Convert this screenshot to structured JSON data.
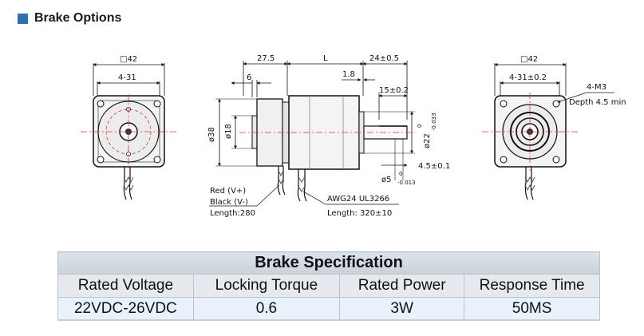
{
  "section": {
    "title": "Brake Options"
  },
  "left_view": {
    "square": "□42",
    "pitch": "4-31"
  },
  "side_view": {
    "dim_rear": "27.5",
    "dim_body": "L",
    "dim_shaft": "24±0.5",
    "dim_flange_step": "6",
    "dim_boss": "1.8",
    "dim_flat": "15±0.2",
    "dim_dia_outer": "ø38",
    "dim_dia_inner": "ø18",
    "dim_pilot": "ø22",
    "dim_pilot_tol_upper": "0",
    "dim_pilot_tol_lower": "-0.033",
    "dim_flat_depth": "4.5±0.1",
    "dim_shaft_dia": "ø5",
    "dim_shaft_tol_upper": "0",
    "dim_shaft_tol_lower": "-0.013",
    "wire_red": "Red   (V+)",
    "wire_black": "Black  (V-)",
    "wire_length": "Length:280",
    "cable_type": "AWG24  UL3266",
    "cable_length": "Length: 320±10"
  },
  "right_view": {
    "square": "□42",
    "pitch": "4-31±0.2",
    "tapped": "4-M3",
    "depth": "Depth 4.5 min"
  },
  "table": {
    "title": "Brake Specification",
    "headers": [
      "Rated Voltage",
      "Locking Torque",
      "Rated Power",
      "Response Time"
    ],
    "values": [
      "22VDC-26VDC",
      "0.6",
      "3W",
      "50MS"
    ]
  },
  "colors": {
    "accent": "#2f6fb3",
    "centerline": "#e03030"
  }
}
